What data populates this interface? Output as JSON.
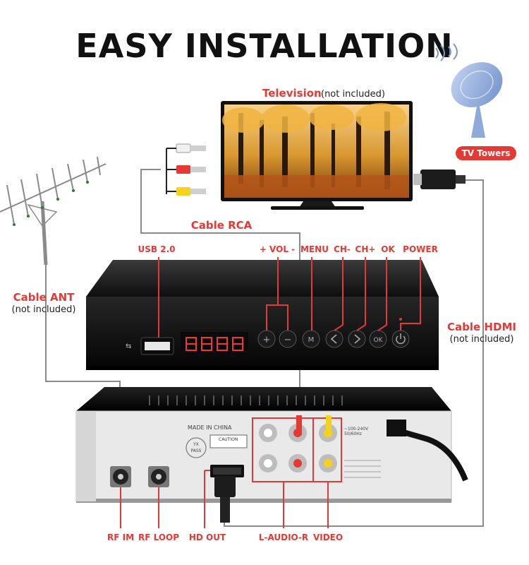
{
  "page": {
    "title": "EASY INSTALLATION"
  },
  "television": {
    "label": "Television",
    "note": "(not included)"
  },
  "towers": {
    "label": "TV Towers"
  },
  "cables": {
    "rca": "Cable RCA",
    "ant": "Cable ANT",
    "ant_note": "(not included)",
    "hdmi": "Cable HDMI",
    "hdmi_note": "(not included)"
  },
  "front_panel": {
    "usb": "USB 2.0",
    "vol": "+ VOL -",
    "menu": "MENU",
    "ch_minus": "CH-",
    "ch_plus": "CH+",
    "ok": "OK",
    "power": "POWER",
    "display": "8888",
    "btn_plus": "+",
    "btn_minus": "−",
    "btn_menu": "M",
    "btn_ok": "OK"
  },
  "rear_panel": {
    "rf_in": "RF IM",
    "rf_loop": "RF LOOP",
    "hd_out": "HD OUT",
    "audio": "L-AUDIO-R",
    "video": "VIDEO",
    "made_in": "MADE IN CHINA",
    "caution": "CAUTION",
    "pass": "PASS",
    "yx": "YX",
    "voltage": "~100-240V",
    "freq": "50/60Hz"
  },
  "colors": {
    "accent_red": "#e53935",
    "box_black": "#1a1a1a",
    "cable_gray": "#8a8a8a",
    "display_red": "#ff3b30",
    "tower_blue": "#8fa9d8"
  }
}
